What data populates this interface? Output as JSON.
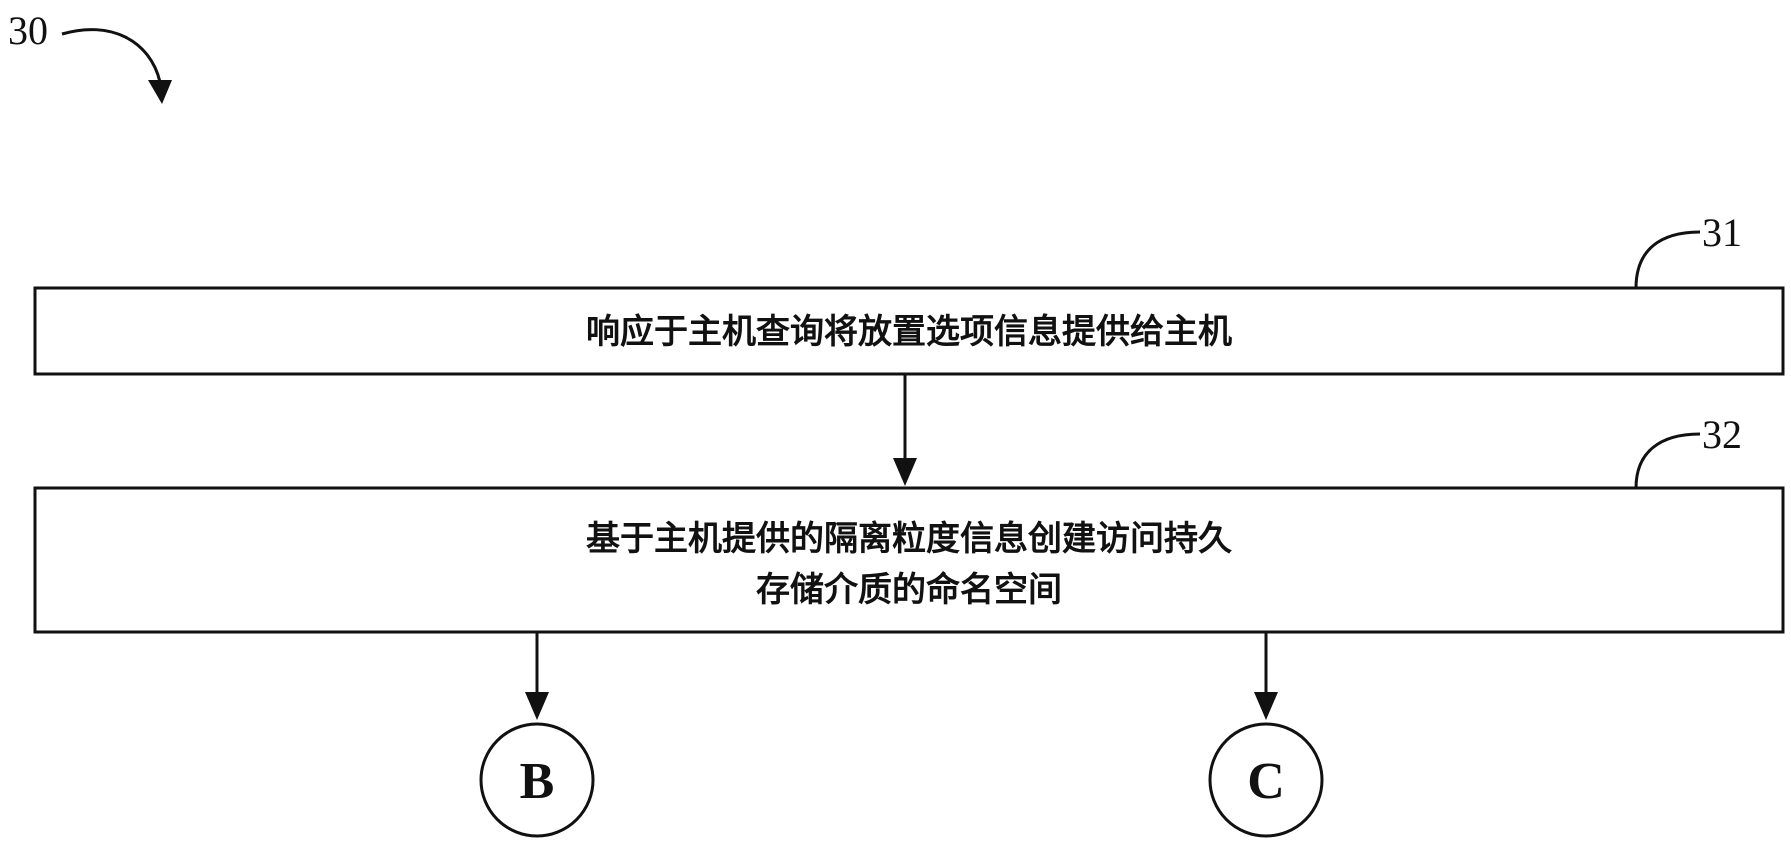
{
  "figure": {
    "label": "30"
  },
  "steps": [
    {
      "ref": "31",
      "lines": [
        "响应于主机查询将放置选项信息提供给主机"
      ]
    },
    {
      "ref": "32",
      "lines": [
        "基于主机提供的隔离粒度信息创建访问持久",
        "存储介质的命名空间"
      ]
    }
  ],
  "connectors": [
    {
      "label": "B"
    },
    {
      "label": "C"
    }
  ],
  "colors": {
    "ink": "#111111",
    "background": "#ffffff"
  }
}
